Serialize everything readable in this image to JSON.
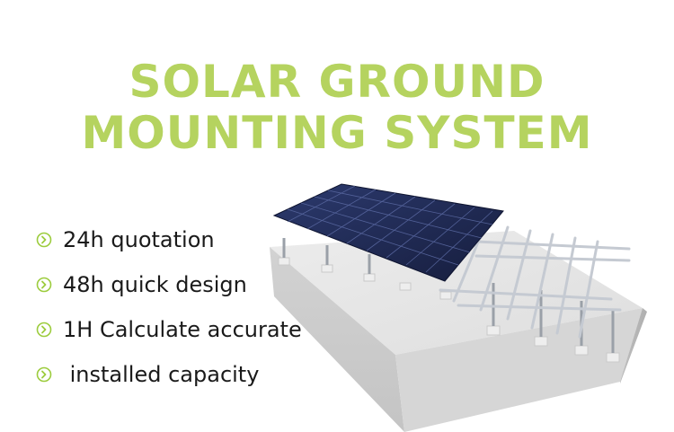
{
  "title": {
    "line1": "SOLAR GROUND",
    "line2": "MOUNTING SYSTEM"
  },
  "features": [
    {
      "icon": "chevron-right-circle-icon",
      "text": "24h quotation"
    },
    {
      "icon": "chevron-right-circle-icon",
      "text": "48h quick design"
    },
    {
      "icon": "chevron-right-circle-icon",
      "text": "1H Calculate accurate"
    },
    {
      "icon": "chevron-right-circle-icon",
      "text": " installed capacity"
    }
  ],
  "colors": {
    "title": "#b5d35f",
    "bullet": "#9ccc3d",
    "text": "#1a1a1a",
    "panel": "#1f2a55",
    "rail": "#c5cad2",
    "concrete": "#dcdcdc"
  },
  "illustration": {
    "name": "solar-ground-mounting-illustration"
  }
}
